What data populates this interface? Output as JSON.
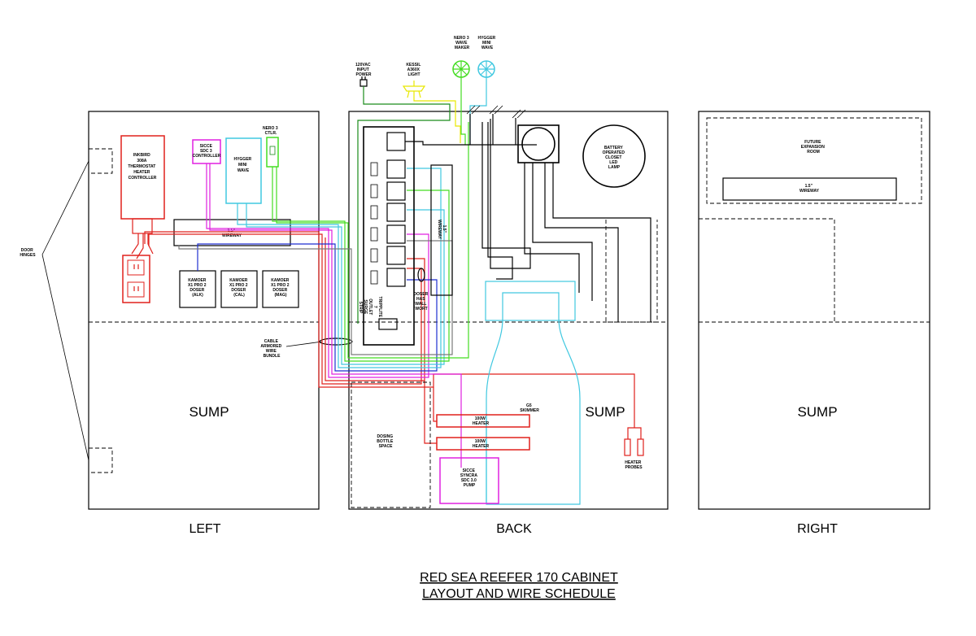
{
  "panels": {
    "left_label": "LEFT",
    "back_label": "BACK",
    "right_label": "RIGHT"
  },
  "sump_labels": {
    "left": "SUMP",
    "back": "SUMP",
    "right": "SUMP"
  },
  "title": {
    "line1": "RED SEA REEFER 170 CABINET",
    "line2": "LAYOUT AND WIRE SCHEDULE"
  },
  "left_panel": {
    "door_hinges": [
      "DOOR",
      "HINGES"
    ],
    "inkbird": [
      "INKBIRD",
      "308A",
      "THERMOSTAT",
      "HEATER",
      "CONTROLLER"
    ],
    "sicce_controller": [
      "SICCE",
      "SDC 3",
      "CONTROLLER"
    ],
    "hygger_wave": [
      "HYGGER",
      "MINI",
      "WAVE"
    ],
    "nero_ctlr": [
      "NERO 3",
      "CTLR."
    ],
    "wireway": [
      "1.5\"",
      "WIREWAY"
    ],
    "dosers": [
      [
        "KAMOER",
        "X1 PRO 2",
        "DOSER",
        "(ALK)"
      ],
      [
        "KAMOER",
        "X1 PRO 2",
        "DOSER",
        "(CAL)"
      ],
      [
        "KAMOER",
        "X1 PRO 2",
        "DOSER",
        "(MAG)"
      ]
    ],
    "cable_bundle": [
      "CABLE",
      "ARMORED",
      "WIRE",
      "BUNDLE"
    ]
  },
  "top_devices": {
    "input_power": [
      "120VAC",
      "INPUT",
      "POWER"
    ],
    "kessil_light": [
      "KESSIL",
      "A360X",
      "LIGHT"
    ],
    "nero_wave_maker": [
      "NERO 3",
      "WAVE",
      "MAKER"
    ],
    "hygger_mini_wave": [
      "HYGGER",
      "MINI",
      "WAVE"
    ]
  },
  "back_panel": {
    "surge_strip": [
      "TRIPPLITE",
      "7",
      "OUTLET",
      "SURGE",
      "STRIP"
    ],
    "wireway": [
      "1.5\"",
      "WIREWAY"
    ],
    "doser_note": [
      "DOSER",
      "HAS",
      "WALL",
      "WORT"
    ],
    "battery_lamp": [
      "BATTERY",
      "OPERATED",
      "CLOSET",
      "LED",
      "LAMP"
    ],
    "skimmer": [
      "G5",
      "SKIMMER"
    ],
    "heater1": [
      "100W",
      "HEATER"
    ],
    "heater2": [
      "100W",
      "HEATER"
    ],
    "dosing_space": [
      "DOSING",
      "BOTTLE",
      "SPACE"
    ],
    "syncra_pump": [
      "SICCE",
      "SYNCRA",
      "SDC 3.0",
      "PUMP"
    ],
    "heater_probes": [
      "HEATER",
      "PROBES"
    ]
  },
  "right_panel": {
    "expansion": [
      "FUTURE",
      "EXPANSION",
      "ROOM"
    ],
    "wireway": [
      "1.5\"",
      "WIREWAY"
    ]
  },
  "colors": {
    "red": "#e0201c",
    "blue": "#1f2fd0",
    "magenta": "#e020e0",
    "green": "#1a8c1a",
    "lime": "#44dd22",
    "yellow": "#e8e800",
    "cyan": "#40c8e0",
    "gray": "#7a7a7a"
  }
}
